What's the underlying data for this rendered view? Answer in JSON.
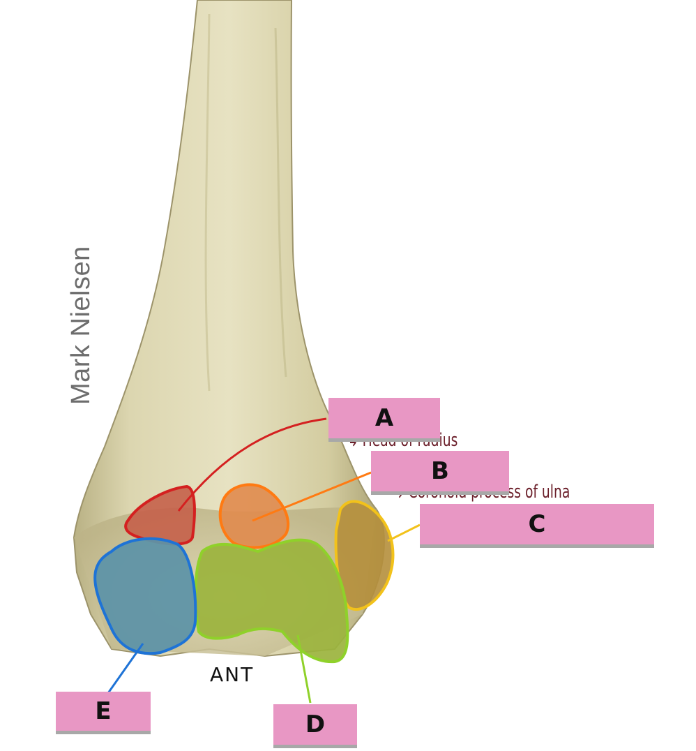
{
  "credit": "Mark Nielsen",
  "labels": {
    "a": "A",
    "b": "B",
    "c": "C",
    "d": "D",
    "e": "E"
  },
  "notes": {
    "a": "↳ Head of radius",
    "b": "↳ Coronoid process of ulna"
  },
  "orientation": "ANT",
  "colors": {
    "bone": "#d9d2a7",
    "a_outline": "#d42020",
    "b_outline": "#ff7a12",
    "c_outline": "#f2c21b",
    "d_outline": "#8fd12a",
    "e_outline": "#1e73d6",
    "label_bg": "#e897c4"
  }
}
